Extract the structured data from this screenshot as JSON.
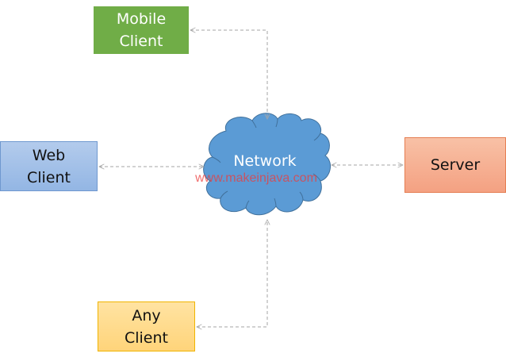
{
  "diagram": {
    "nodes": {
      "mobile_client": {
        "label": "Mobile\nClient",
        "color": "#70ad47"
      },
      "web_client": {
        "label": "Web\nClient",
        "color": "#9dbde8"
      },
      "network": {
        "label": "Network",
        "color": "#5b9bd5"
      },
      "server": {
        "label": "Server",
        "color": "#f4b08f"
      },
      "any_client": {
        "label": "Any\nClient",
        "color": "#ffd885"
      }
    },
    "watermark": "www.makeinjava.com",
    "connections": [
      {
        "from": "mobile_client",
        "to": "network",
        "style": "dashed",
        "arrows": "both"
      },
      {
        "from": "web_client",
        "to": "network",
        "style": "dashed",
        "arrows": "both"
      },
      {
        "from": "network",
        "to": "server",
        "style": "dashed",
        "arrows": "both"
      },
      {
        "from": "any_client",
        "to": "network",
        "style": "dashed",
        "arrows": "both"
      }
    ],
    "connector_color": "#a6a6a6"
  }
}
